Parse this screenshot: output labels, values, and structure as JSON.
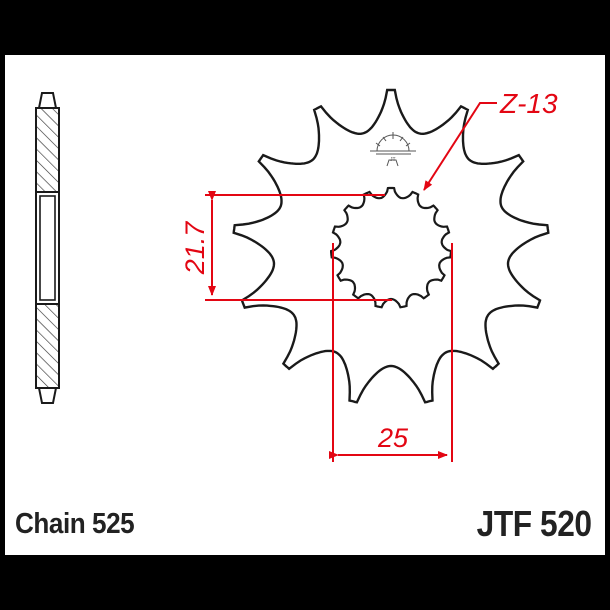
{
  "diagram": {
    "type": "technical-drawing",
    "subject": "front sprocket",
    "teeth_label": "Z-13",
    "teeth_count": 13,
    "bore_spline_height_label": "21.7",
    "bore_width_label": "25",
    "colors": {
      "background": "#000000",
      "sheet": "#ffffff",
      "outline": "#1a1a1a",
      "dimension": "#e30613"
    }
  },
  "footer": {
    "chain_label": "Chain 525",
    "part_number": "JTF 520"
  }
}
